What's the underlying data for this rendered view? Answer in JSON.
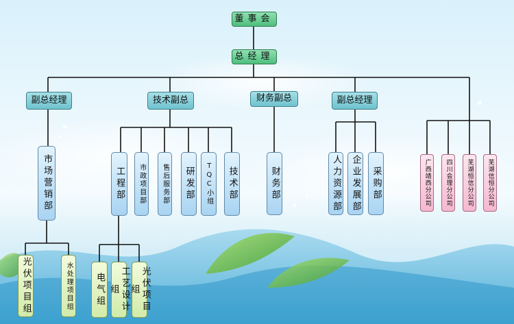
{
  "nodes": {
    "board": "董事会",
    "gm": "总经理",
    "vp_left": "副总经理",
    "tech_vp": "技术副总",
    "finance_vp": "财务副总",
    "vp_right": "副总经理",
    "marketing": "市场营销部",
    "engineering": "工程部",
    "municipal": "市政项目部",
    "after_sales": "售后服务部",
    "rnd": "研发部",
    "tqc_group": "TQC小组",
    "tech_dept": "技术部",
    "finance_dept": "财务部",
    "hr": "人力资源部",
    "enterprise_dev": "企业发展部",
    "procurement": "采购部",
    "guangxi_branch": "广西靖西分公司",
    "sichuan_branch": "四川会理分公司",
    "wuhu_hengxin_1": "芜湖恒信分公司",
    "wuhu_hengxin_2": "芜湖信恒分公司",
    "pv_project_group_1": "光伏项目组",
    "water_project_group": "水处理项目组",
    "electrical_group": "电气组",
    "process_design_group": "工艺设计组",
    "pv_project_group_2": "光伏项目组"
  },
  "colors": {
    "top_nodes": "#4fbf7f",
    "vp_nodes": "#6fc3cf",
    "dept_nodes": "#a9d4f2",
    "branch_nodes": "#f5b8cf",
    "group_nodes": "#d2ebaa",
    "connector": "#111111"
  }
}
